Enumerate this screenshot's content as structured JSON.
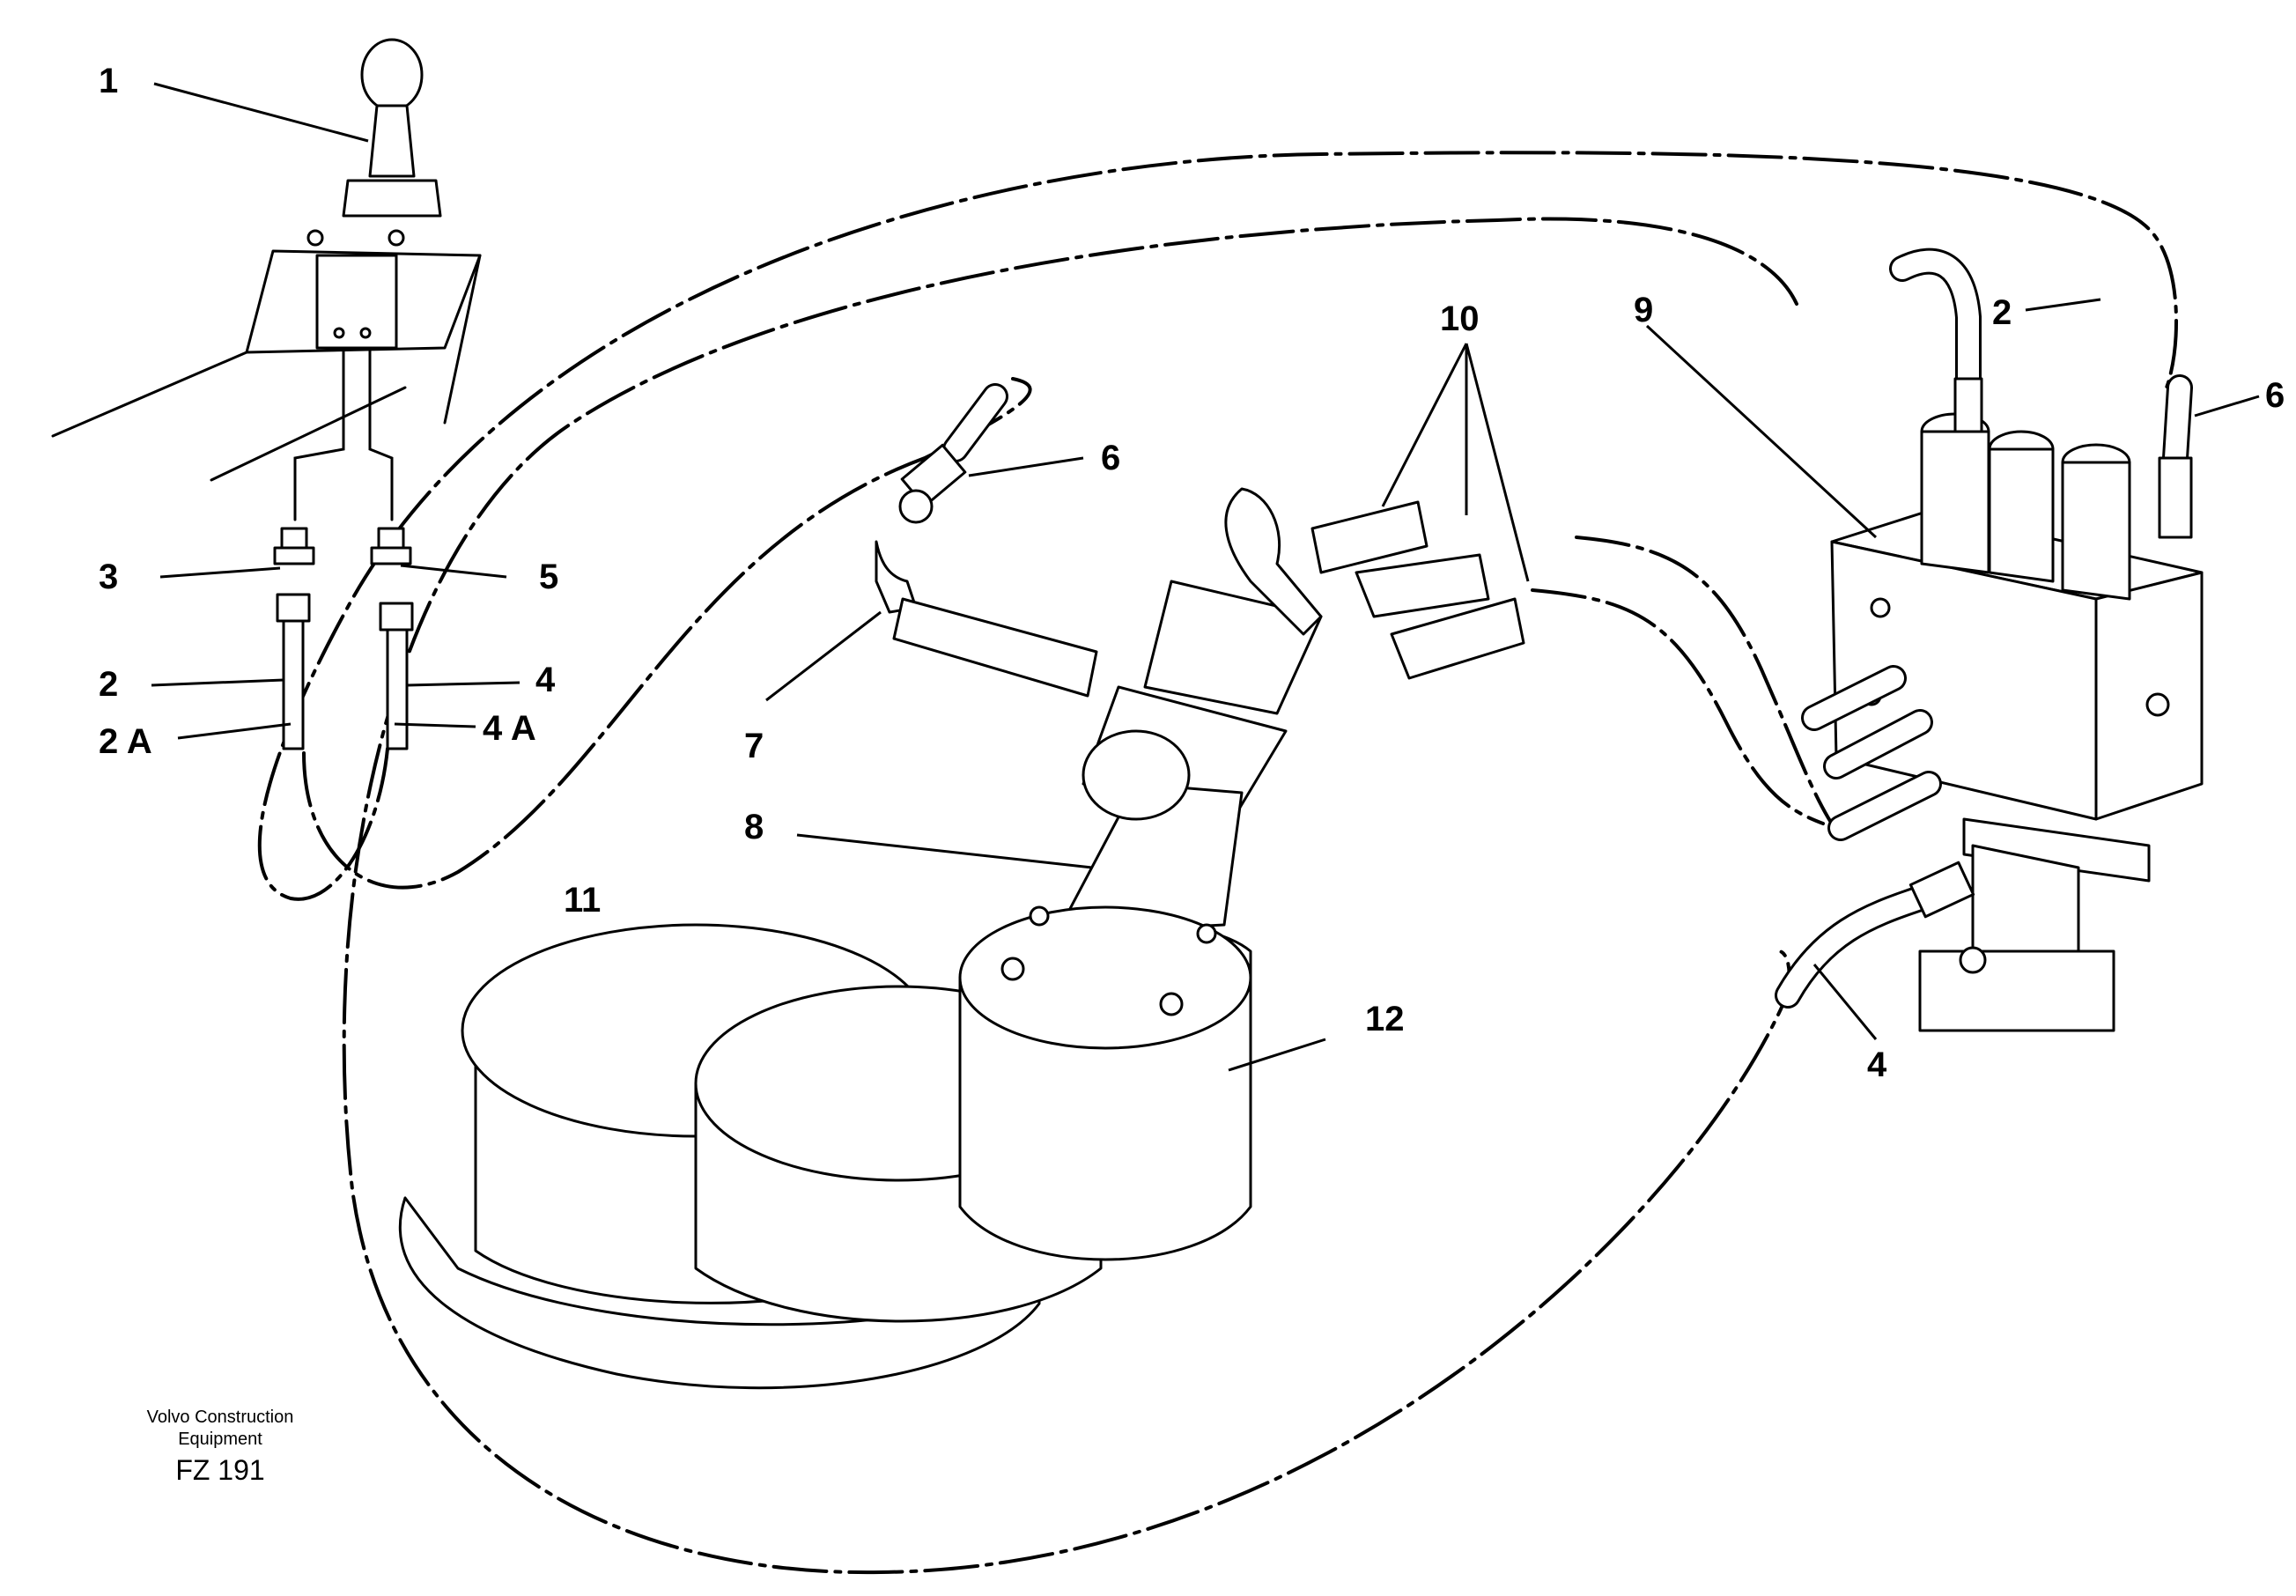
{
  "diagram": {
    "callouts": {
      "c1": "1",
      "c2_left": "2",
      "c2a": "2 A",
      "c3": "3",
      "c4_left": "4",
      "c4a": "4 A",
      "c5": "5",
      "c6_mid": "6",
      "c7": "7",
      "c8": "8",
      "c9": "9",
      "c10": "10",
      "c11": "11",
      "c12": "12",
      "c2_right": "2",
      "c6_right": "6",
      "c4_right": "4"
    },
    "credit": {
      "line1": "Volvo Construction",
      "line2": "Equipment",
      "code": "FZ 191"
    }
  }
}
